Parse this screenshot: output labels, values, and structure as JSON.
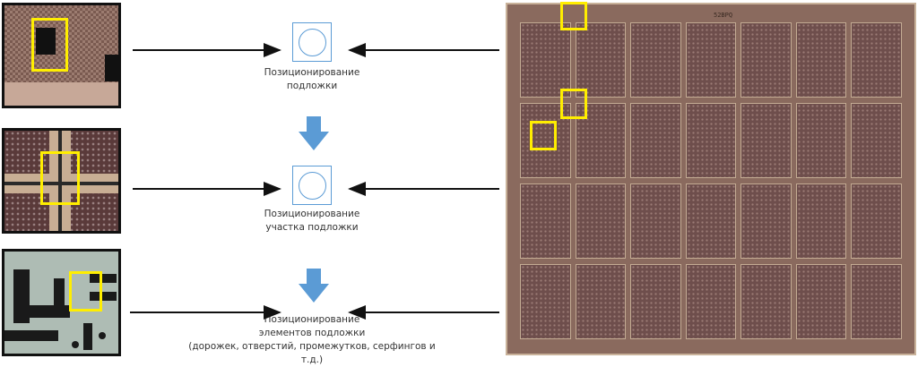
{
  "steps": [
    {
      "label_lines": [
        "Позиционирование",
        "подложки"
      ],
      "icon": "circle-in-square-icon"
    },
    {
      "label_lines": [
        "Позиционирование",
        "участка подложки"
      ],
      "icon": "circle-in-square-icon"
    },
    {
      "label_lines": [
        "Позиционирование",
        "элементов подложки",
        "(дорожек, отверстий, промежутков, серфингов и т.д.)"
      ],
      "icon": "none"
    }
  ],
  "chip": {
    "marking": "52BPQ"
  },
  "colors": {
    "accent_blue": "#5b9bd5",
    "highlight_yellow": "#ffee00",
    "arrow_black": "#111111"
  }
}
